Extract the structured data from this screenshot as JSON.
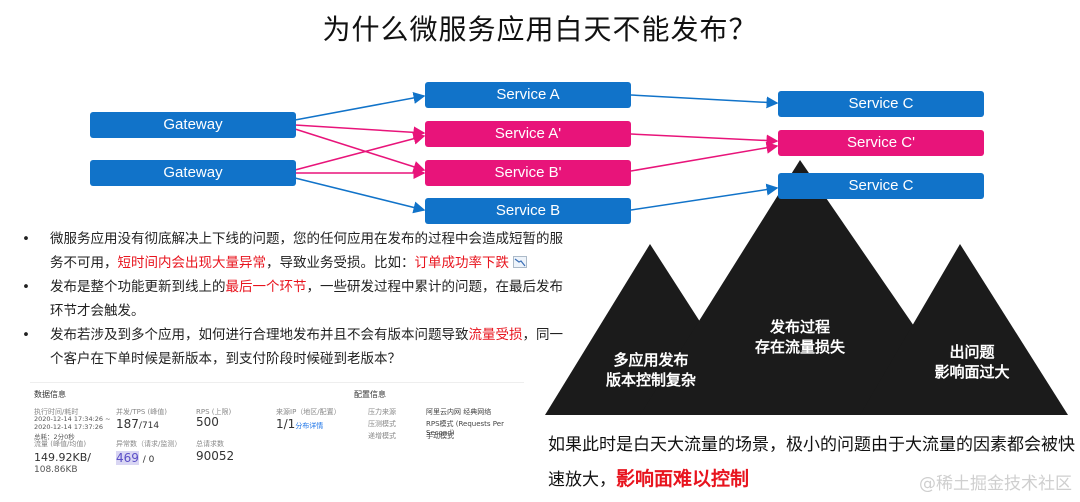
{
  "title": "为什么微服务应用白天不能发布？",
  "boxes": {
    "gateway1": "Gateway",
    "gateway2": "Gateway",
    "service_a": "Service A",
    "service_a_prime": "Service A'",
    "service_b_prime": "Service B'",
    "service_b": "Service B",
    "service_c_top": "Service C",
    "service_c_prime": "Service C'",
    "service_c_bottom": "Service C"
  },
  "bullets": {
    "b1_part1": "微服务应用没有彻底解决上下线的问题，您的任何应用在发布的过程中会造成短暂的服务不可用，",
    "b1_red1": "短时间内会出现大量异常",
    "b1_part2": "，导致业务受损。比如：",
    "b1_red2": "订单成功率下跌",
    "b2_part1": "发布是整个功能更新到线上的",
    "b2_red": "最后一个环节",
    "b2_part2": "，一些研发过程中累计的问题，在最后发布环节才会触发。",
    "b3_part1": "发布若涉及到多个应用，如何进行合理地发布并且不会有版本问题导致",
    "b3_red": "流量受损",
    "b3_part2": "，同一个客户在下单时候是新版本，到支付阶段时候碰到老版本？"
  },
  "panel": {
    "header_left": "数据信息",
    "header_right": "配置信息",
    "exec_time_label": "执行时间/耗时",
    "exec_time_line1": "2020-12-14 17:34:26 ~",
    "exec_time_line2": "2020-12-14 17:37:26",
    "exec_time_line3": "总耗：2分0秒",
    "concurrency_label": "并发/TPS (峰值)",
    "concurrency_value": "187",
    "concurrency_sub": "/714",
    "rps_label": "RPS (上限)",
    "rps_value": "500",
    "region_label": "来源IP（地区/配置）",
    "region_value": "1/1",
    "region_link": "分布详情",
    "traffic_label": "流量 (峰值/均值)",
    "traffic_line1": "149.92KB/",
    "traffic_line2": "108.86KB",
    "errors_label": "异常数（请求/监测）",
    "errors_value": "469",
    "errors_sub": "/ 0",
    "requests_label": "总请求数",
    "requests_value": "90052",
    "cfg1_label": "压力来源",
    "cfg1_value": "阿里云内网 经典网络",
    "cfg2_label": "压测模式",
    "cfg2_value": "RPS模式 (Requests Per Second)",
    "cfg3_label": "递增模式",
    "cfg3_value": "手动模式"
  },
  "mountains": {
    "left_line1": "多应用发布",
    "left_line2": "版本控制复杂",
    "center_line1": "发布过程",
    "center_line2": "存在流量损失",
    "right_line1": "出问题",
    "right_line2": "影响面过大"
  },
  "bottom": {
    "part1": "如果此时是白天大流量的场景，极小的问题由于大流量的因素都会被快速放大，",
    "red": "影响面难以控制"
  },
  "watermark": "@稀土掘金技术社区",
  "colors": {
    "blue": "#1173c9",
    "pink": "#e8147a",
    "red": "#e8141e",
    "mountain": "#1b1b1b"
  }
}
